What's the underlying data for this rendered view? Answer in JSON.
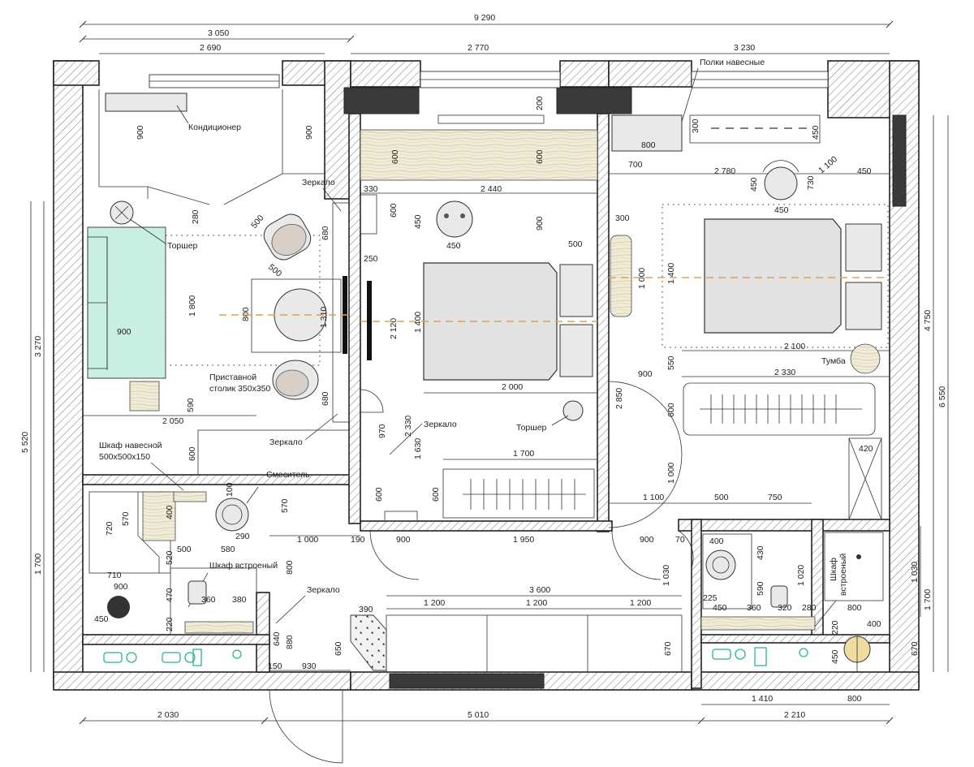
{
  "overall": {
    "width_total": "9 290",
    "left_wing": "3 050",
    "left_inner": "2 690",
    "bed1_width": "2 770",
    "bed2_width": "3 230"
  },
  "bottom": {
    "left": "2 030",
    "middle": "5 010",
    "right": "2 210",
    "bath_right_a": "1 410",
    "bath_right_b": "800"
  },
  "left_side": {
    "total": "5 520",
    "upper": "3 270",
    "lower": "1 700"
  },
  "right_side": {
    "total": "6 550",
    "upper": "4 750",
    "lower_a": "1 030",
    "lower_b": "1 700",
    "lower_c": "670"
  },
  "labels": {
    "conditioner": "Кондиционер",
    "shelves": "Полки навесные",
    "mirror1": "Зеркало",
    "mirror2": "Зеркало",
    "mirror3": "Зеркало",
    "mirror4": "Зеркало",
    "lamp1": "Торшер",
    "lamp2": "Торшер",
    "side_table": "Приставной",
    "side_table2": "столик 350х350",
    "wall_cab": "Шкаф навесной",
    "wall_cab2": "500х500х150",
    "mixer": "Смеситель",
    "builtin1": "Шкаф встроеный",
    "builtin2a": "Шкаф",
    "builtin2b": "встроеный",
    "nightstand": "Тумба"
  },
  "dims_living": [
    "900",
    "900",
    "280",
    "1 800",
    "900",
    "590",
    "2 050",
    "500",
    "500",
    "680",
    "800",
    "1 310",
    "680",
    "600",
    "330"
  ],
  "dims_bed1": [
    "200",
    "600",
    "600",
    "2 440",
    "600",
    "450",
    "450",
    "900",
    "500",
    "250",
    "2 120",
    "1 400",
    "2 000",
    "2 330",
    "970",
    "1 630",
    "1 700",
    "600",
    "600"
  ],
  "dims_bed2": [
    "300",
    "800",
    "450",
    "700",
    "2 780",
    "450",
    "730",
    "450",
    "450",
    "1 100",
    "300",
    "1 000",
    "1 400",
    "2 100",
    "550",
    "900",
    "2 330",
    "2 850",
    "600",
    "1 000",
    "420",
    "1 100",
    "500",
    "750"
  ],
  "dims_bath_left": [
    "720",
    "570",
    "400",
    "100",
    "570",
    "500",
    "580",
    "290",
    "520",
    "710",
    "900",
    "800",
    "470",
    "360",
    "380",
    "220",
    "450",
    "640",
    "880",
    "150"
  ],
  "dims_hall": [
    "1 000",
    "190",
    "900",
    "1 950",
    "900",
    "70",
    "930",
    "650",
    "390",
    "3 600",
    "1 200",
    "1 200",
    "1 200",
    "670"
  ],
  "dims_bath_right": [
    "400",
    "430",
    "1 020",
    "590",
    "225",
    "450",
    "360",
    "320",
    "280",
    "800",
    "220",
    "400",
    "450",
    "1 030"
  ],
  "colors": {
    "sofa": "#c9efe2",
    "axis": "#e0a050",
    "sanitary": "#2bb58a"
  }
}
